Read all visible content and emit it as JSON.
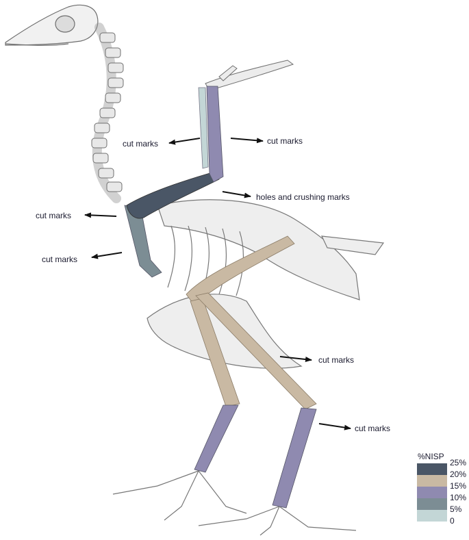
{
  "annotations": {
    "cut_marks_label": "cut marks",
    "holes_label": "holes and crushing marks"
  },
  "legend": {
    "title": "%NISP",
    "ticks": [
      "25%",
      "20%",
      "15%",
      "10%",
      "5%",
      "0"
    ],
    "bands": [
      {
        "range": "20-25%",
        "color": "#4a5666"
      },
      {
        "range": "15-20%",
        "color": "#c9b9a3"
      },
      {
        "range": "10-15%",
        "color": "#8f8ab0"
      },
      {
        "range": "5-10%",
        "color": "#7c8d94"
      },
      {
        "range": "0-5%",
        "color": "#c3d6d6"
      }
    ]
  },
  "bone_colors": {
    "coracoid_scapula": "#4a5666",
    "humerus": "#8f8ab0",
    "ulna_radius": "#c3d6d6",
    "femur_tibiotarsus": "#c9b9a3",
    "tarsometatarsus": "#8f8ab0",
    "coracoid_lower": "#7c8d94"
  }
}
